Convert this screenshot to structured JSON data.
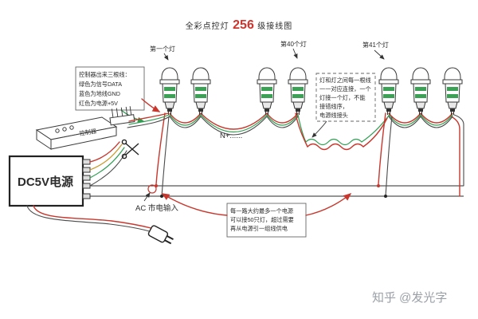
{
  "title": {
    "prefix": "全彩点控灯",
    "num": "256",
    "suffix": "级接线图"
  },
  "lamps": {
    "first": "第一个灯",
    "l40": "第40个灯",
    "l41": "第41个灯",
    "continuation": "N+......"
  },
  "controller": {
    "label": "控制器"
  },
  "power": {
    "label": "DC5V电源",
    "ac_input": "AC 市电输入"
  },
  "notes": {
    "controller_wires": [
      "控制器出来三根线：",
      "绿色为信号DATA",
      "蓝色为地线GND",
      "红色为电源+5V"
    ],
    "inter_lamp": [
      "灯和灯之间每一根线",
      "一一对应连接，一个",
      "灯接一个灯，不能",
      "接错线序，",
      "电源线接头"
    ],
    "per_run": [
      "每一路大约最多一个电源",
      "可以接50只灯，超过需要",
      "再从电源引一组线供电"
    ]
  },
  "watermark": "知乎 @发光字",
  "colors": {
    "signal_green": "#2f9e52",
    "power_red": "#c8372d",
    "neutral_dark": "#4a4a4a",
    "note_green": "#1a7f37",
    "note_blue": "#1f5fbf",
    "note_red": "#cc2222",
    "title_number_red": "#d0342c"
  }
}
